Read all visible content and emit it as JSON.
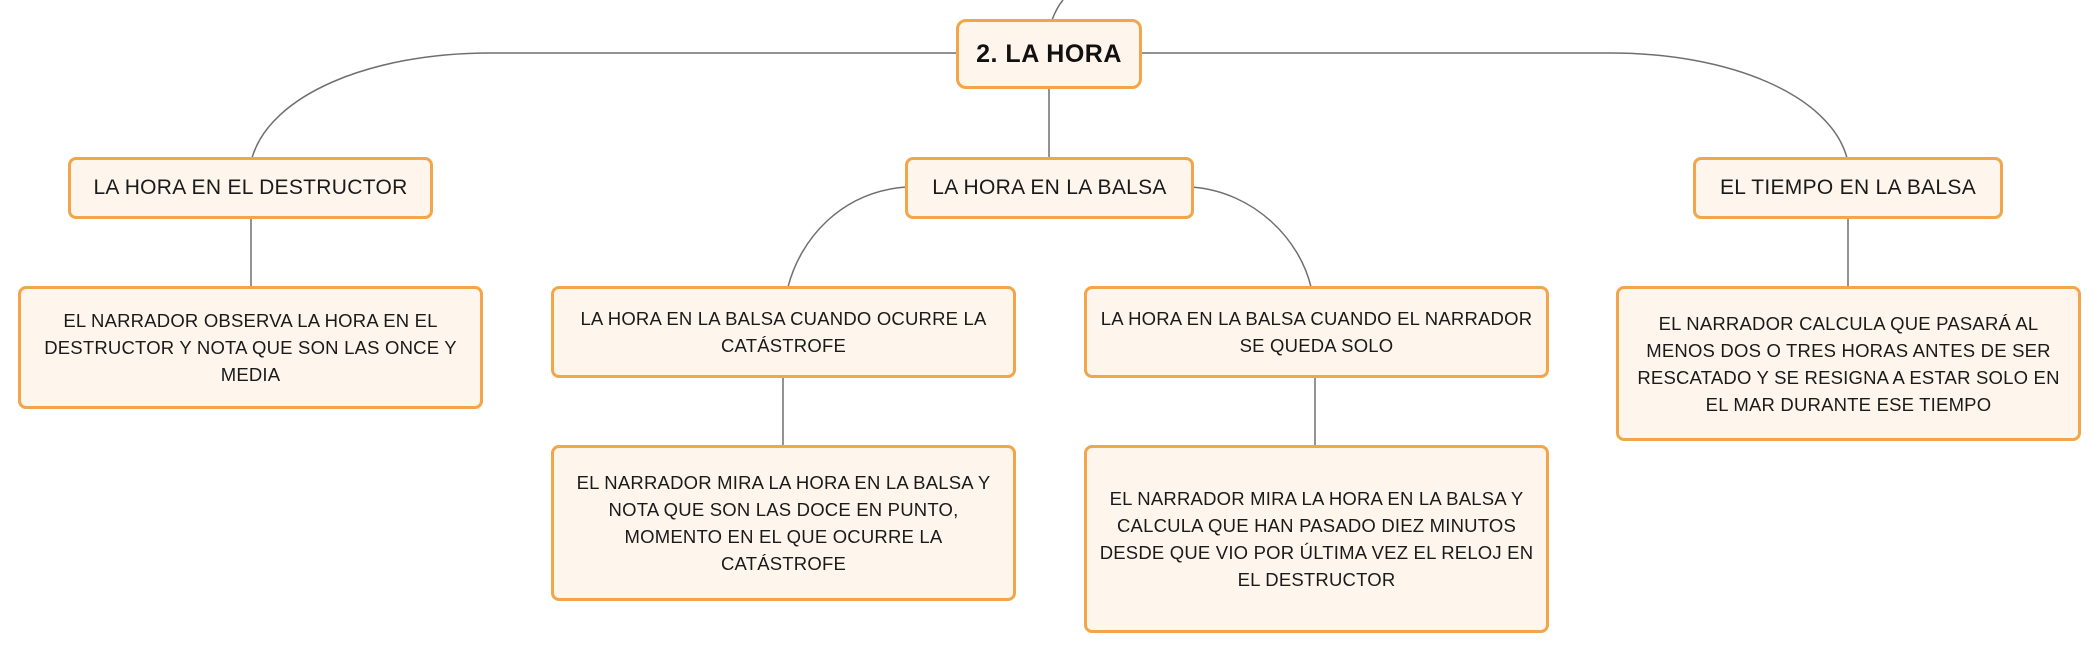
{
  "colors": {
    "node_fill": "#fef6ec",
    "node_border": "#f2a649",
    "connector": "#6f6f6f",
    "text": "#1a1a1a"
  },
  "root": {
    "label": "2. LA HORA"
  },
  "branches": [
    {
      "label": "LA HORA EN EL DESTRUCTOR",
      "children": [
        {
          "label": "EL NARRADOR OBSERVA LA HORA EN EL DESTRUCTOR Y NOTA QUE SON LAS ONCE Y MEDIA"
        }
      ]
    },
    {
      "label": "LA HORA EN LA BALSA",
      "children": [
        {
          "label": "LA HORA EN LA BALSA CUANDO OCURRE LA CATÁSTROFE",
          "children": [
            {
              "label": "EL NARRADOR MIRA LA HORA EN LA BALSA Y NOTA QUE SON LAS DOCE EN PUNTO, MOMENTO EN EL QUE OCURRE LA CATÁSTROFE"
            }
          ]
        },
        {
          "label": "LA HORA EN LA BALSA CUANDO EL NARRADOR SE QUEDA SOLO",
          "children": [
            {
              "label": "EL NARRADOR MIRA LA HORA EN LA BALSA Y CALCULA QUE HAN PASADO DIEZ MINUTOS DESDE QUE VIO POR ÚLTIMA VEZ EL RELOJ EN EL DESTRUCTOR"
            }
          ]
        }
      ]
    },
    {
      "label": "EL TIEMPO EN LA BALSA",
      "children": [
        {
          "label": "EL NARRADOR CALCULA QUE PASARÁ AL MENOS DOS O TRES HORAS ANTES DE SER RESCATADO Y SE RESIGNA A ESTAR SOLO EN EL MAR DURANTE ESE TIEMPO"
        }
      ]
    }
  ]
}
